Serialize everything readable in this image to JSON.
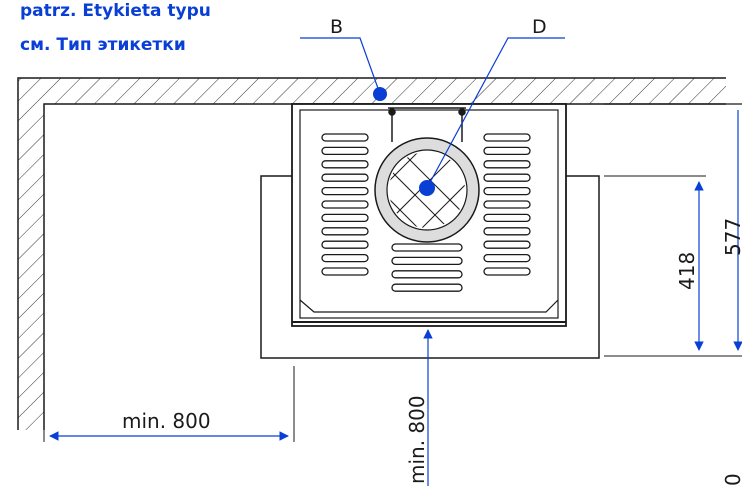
{
  "header": {
    "line1": "patrz. Etykieta typu",
    "line2": "см. Тип этикетки"
  },
  "markers": {
    "b": "B",
    "d": "D"
  },
  "dimensions": {
    "side_clearance": "min. 800",
    "front_clearance": "min. 800",
    "depth_inner": "418",
    "depth_outer": "577",
    "edge_cut": "0"
  },
  "colors": {
    "annotation": "#0a3fd6",
    "drawing": "#1a1a1a"
  }
}
